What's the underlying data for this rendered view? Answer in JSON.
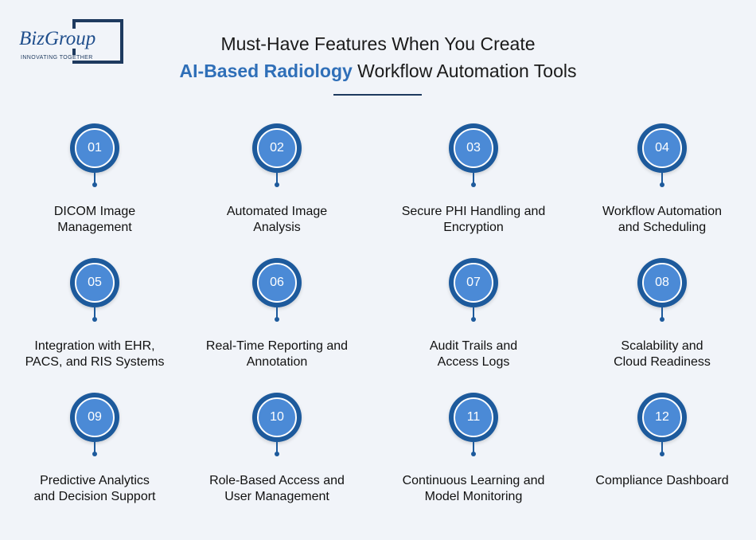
{
  "logo": {
    "name": "BizGroup",
    "tagline": "INNOVATING TOGETHER"
  },
  "title": {
    "line1": "Must-Have Features When You Create",
    "line2_accent": "AI-Based Radiology",
    "line2_rest": " Workflow Automation Tools"
  },
  "colors": {
    "background": "#f1f4f9",
    "circle_outer": "#1d5a9c",
    "circle_inner": "#4b8ad6",
    "accent_text": "#2f6fb8",
    "navy": "#1e3a5f"
  },
  "features": [
    {
      "number": "01",
      "line1": "DICOM Image",
      "line2": "Management"
    },
    {
      "number": "02",
      "line1": "Automated Image",
      "line2": "Analysis"
    },
    {
      "number": "03",
      "line1": "Secure PHI Handling and",
      "line2": "Encryption"
    },
    {
      "number": "04",
      "line1": "Workflow Automation",
      "line2": "and Scheduling"
    },
    {
      "number": "05",
      "line1": "Integration with EHR,",
      "line2": "PACS, and RIS Systems"
    },
    {
      "number": "06",
      "line1": "Real-Time Reporting and",
      "line2": "Annotation"
    },
    {
      "number": "07",
      "line1": "Audit Trails and",
      "line2": "Access Logs"
    },
    {
      "number": "08",
      "line1": "Scalability and",
      "line2": "Cloud Readiness"
    },
    {
      "number": "09",
      "line1": "Predictive Analytics",
      "line2": "and Decision Support"
    },
    {
      "number": "10",
      "line1": "Role-Based Access and",
      "line2": "User Management"
    },
    {
      "number": "11",
      "line1": "Continuous Learning and",
      "line2": "Model Monitoring"
    },
    {
      "number": "12",
      "line1": "Compliance Dashboard",
      "line2": ""
    }
  ]
}
